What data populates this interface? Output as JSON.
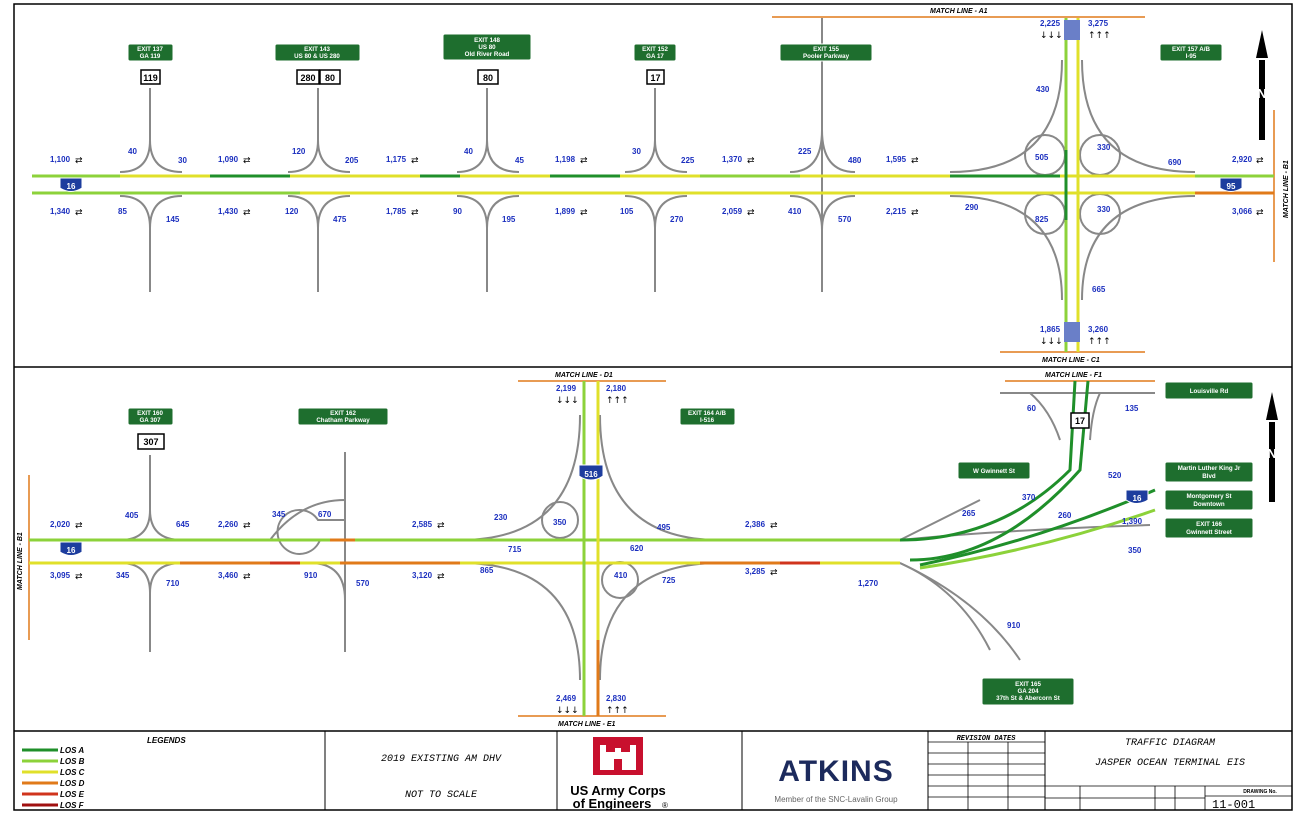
{
  "match_lines": {
    "a1": "MATCH LINE - A1",
    "b1_right": "MATCH LINE - B1",
    "b1_left": "MATCH LINE - B1",
    "c1": "MATCH LINE - C1",
    "d1": "MATCH LINE - D1",
    "e1": "MATCH LINE - E1",
    "f1": "MATCH LINE - F1"
  },
  "top_exits": [
    {
      "l1": "EXIT 137",
      "l2": "GA 119",
      "shield": "119"
    },
    {
      "l1": "EXIT 143",
      "l2": "US 80 & US 280",
      "shield": "280",
      "shield2": "80"
    },
    {
      "l1": "EXIT 148",
      "l2": "US 80",
      "l3": "Old River Road",
      "shield": "80"
    },
    {
      "l1": "EXIT 152",
      "l2": "GA 17",
      "shield": "17"
    },
    {
      "l1": "EXIT 155",
      "l2": "Pooler Parkway"
    },
    {
      "l1": "EXIT 157 A/B",
      "l2": "I-95"
    }
  ],
  "bottom_exits": [
    {
      "l1": "EXIT 160",
      "l2": "GA 307",
      "shield": "307"
    },
    {
      "l1": "EXIT 162",
      "l2": "Chatham Parkway"
    },
    {
      "l1": "EXIT 164 A/B",
      "l2": "I-516"
    },
    {
      "l1": "EXIT 165",
      "l2": "GA 204",
      "l3": "37th St & Abercorn St"
    }
  ],
  "street_signs": {
    "louisville": "Louisville Rd",
    "w_gwinnett": "W Gwinnett St",
    "mlk_l1": "Martin Luther King Jr",
    "mlk_l2": "Blvd",
    "montgomery_l1": "Montgomery St",
    "montgomery_l2": "Downtown",
    "exit166_l1": "EXIT 166",
    "exit166_l2": "Gwinnett Street"
  },
  "shields": {
    "i16_top": "16",
    "i95": "95",
    "i16_bottom": "16",
    "i516": "516",
    "i16_east": "16",
    "us17": "17"
  },
  "volumes_top": {
    "wb1": "1,100",
    "eb1": "1,340",
    "r137a": "40",
    "r137b": "30",
    "r137c": "85",
    "r137d": "145",
    "wb2": "1,090",
    "eb2": "1,430",
    "r143a": "120",
    "r143b": "205",
    "r143c": "120",
    "r143d": "475",
    "wb3": "1,175",
    "eb3": "1,785",
    "r148a": "40",
    "r148b": "45",
    "r148c": "90",
    "r148d": "195",
    "wb4": "1,198",
    "eb4": "1,899",
    "r152a": "30",
    "r152b": "225",
    "r152c": "105",
    "r152d": "270",
    "wb5": "1,370",
    "eb5": "2,059",
    "r155a": "225",
    "r155b": "480",
    "r155c": "410",
    "r155d": "570",
    "wb6": "1,595",
    "eb6": "2,215",
    "i95_nb": "2,225",
    "i95_sb": "3,275",
    "i95_a": "430",
    "i95_b": "505",
    "i95_c": "330",
    "i95_d": "825",
    "i95_e": "330",
    "i95_f": "290",
    "i95_g": "690",
    "i95_h": "665",
    "wb7": "2,920",
    "eb7": "3,066",
    "i95_s_nb": "1,865",
    "i95_s_sb": "3,260"
  },
  "volumes_bottom": {
    "wb1": "2,020",
    "eb1": "3,095",
    "r160a": "405",
    "r160b": "645",
    "r160c": "345",
    "r160d": "710",
    "wb2": "2,260",
    "eb2": "3,460",
    "r162a": "345",
    "r162b": "670",
    "r162c": "910",
    "r162d": "570",
    "wb3": "2,585",
    "eb3": "3,120",
    "r164a": "230",
    "r164b": "350",
    "r164c": "715",
    "r164d": "865",
    "r164e": "495",
    "r164f": "620",
    "r164g": "410",
    "r164h": "725",
    "i516_n1": "2,199",
    "i516_n2": "2,180",
    "i516_s1": "2,469",
    "i516_s2": "2,830",
    "wb4": "2,386",
    "eb4": "3,285",
    "r165a": "265",
    "r165b": "370",
    "r165c": "260",
    "r165d": "520",
    "r165e": "1,390",
    "r165f": "350",
    "r165g": "1,270",
    "r165h": "910",
    "us17a": "60",
    "us17b": "135"
  },
  "legend": {
    "title": "LEGENDS",
    "items": [
      {
        "label": "LOS A",
        "color": "#1f8f2a"
      },
      {
        "label": "LOS B",
        "color": "#8cd23a"
      },
      {
        "label": "LOS C",
        "color": "#e0e02a"
      },
      {
        "label": "LOS D",
        "color": "#e07a1a"
      },
      {
        "label": "LOS E",
        "color": "#d0341c"
      },
      {
        "label": "LOS F",
        "color": "#a01010"
      }
    ]
  },
  "title_block": {
    "scenario": "2019 EXISTING AM DHV",
    "scale": "NOT TO SCALE",
    "usace_l1": "US Army Corps",
    "usace_l2": "of Engineers",
    "usace_reg": "®",
    "atkins": "ATKINS",
    "atkins_sub": "Member of the SNC-Lavalin Group",
    "revision": "REVISION DATES",
    "diagram": "TRAFFIC DIAGRAM",
    "project": "JASPER OCEAN TERMINAL EIS",
    "drawing_no_label": "DRAWING No.",
    "drawing_no": "11-001"
  }
}
